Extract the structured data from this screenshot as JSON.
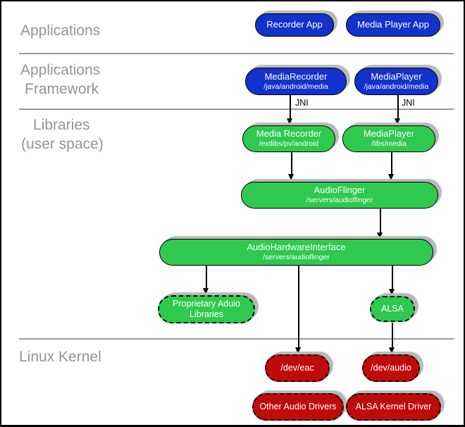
{
  "layers": {
    "applications": {
      "label": "Applications"
    },
    "applications_framework": {
      "label_line1": "Applications",
      "label_line2": "Framework"
    },
    "libraries": {
      "label_line1": "Libraries",
      "label_line2": "(user space)"
    },
    "linux_kernel": {
      "label": "Linux Kernel"
    }
  },
  "nodes": {
    "recorder_app": {
      "title": "Recorder App"
    },
    "media_player_app": {
      "title": "Media Player App"
    },
    "media_recorder_fw": {
      "title": "MediaRecorder",
      "subtitle": "/java/android/media"
    },
    "media_player_fw": {
      "title": "MediaPlayer",
      "subtitle": "/java/android/media"
    },
    "media_recorder_lib": {
      "title": "Media Recorder",
      "subtitle": "/extlibs/pv/android"
    },
    "media_player_lib": {
      "title": "MediaPlayer",
      "subtitle": "/libs/media"
    },
    "audio_flinger": {
      "title": "AudioFlinger",
      "subtitle": "/servers/audioflinger"
    },
    "audio_hardware_interface": {
      "title": "AudioHardwareInterface",
      "subtitle": "/servers/audioflinger"
    },
    "proprietary_audio_libraries": {
      "title_line1": "Proprietary Aduio",
      "title_line2": "Libraries"
    },
    "alsa": {
      "title": "ALSA"
    },
    "dev_eac": {
      "title": "/dev/eac"
    },
    "dev_audio": {
      "title": "/dev/audio"
    },
    "other_audio_drivers": {
      "title": "Other Audio Drivers"
    },
    "alsa_kernel_driver": {
      "title": "ALSA Kernel Driver"
    }
  },
  "edge_labels": {
    "jni_left": "JNI",
    "jni_right": "JNI"
  },
  "colors": {
    "app_blue": "#1331cb",
    "lib_green": "#2ec94e",
    "kernel_red": "#c00b0b",
    "layer_label_gray": "#949494",
    "separator_gray": "#9a9a9a",
    "shadow_gray": "#b8b8b8",
    "node_text": "#ffffff",
    "arrow_black": "#000000"
  }
}
